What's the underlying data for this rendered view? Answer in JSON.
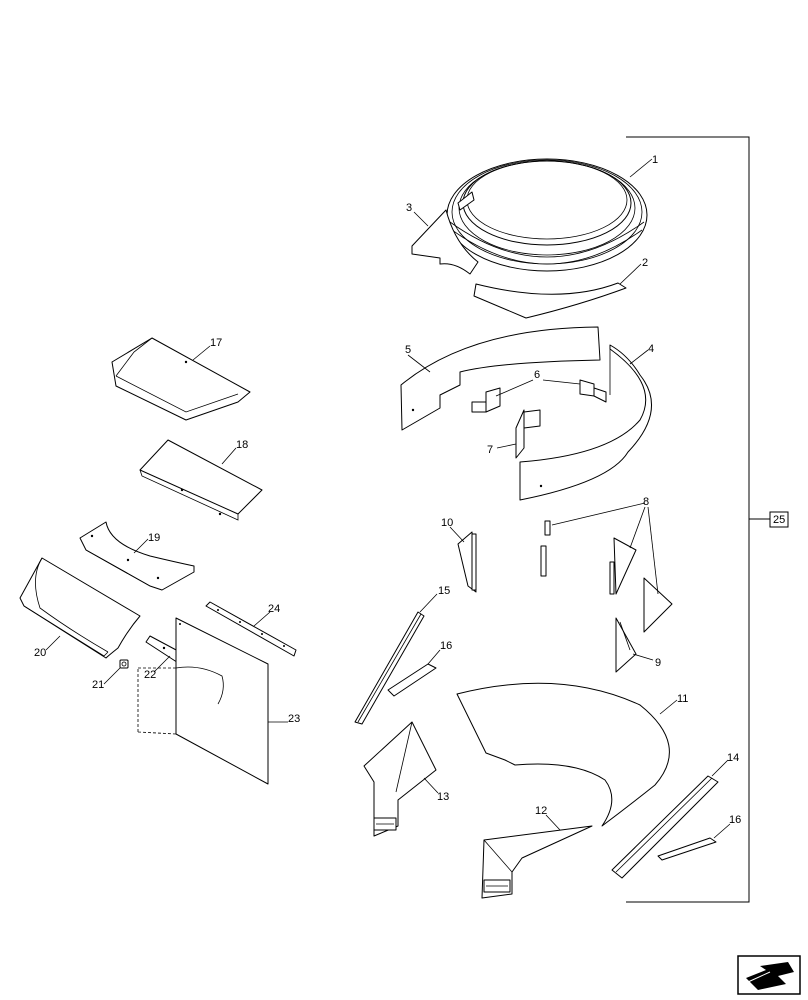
{
  "diagram": {
    "callouts": {
      "c1": "1",
      "c2": "2",
      "c3": "3",
      "c4": "4",
      "c5": "5",
      "c6": "6",
      "c7": "7",
      "c8": "8",
      "c9": "9",
      "c10": "10",
      "c11": "11",
      "c12": "12",
      "c13": "13",
      "c14": "14",
      "c15": "15",
      "c16a": "16",
      "c16b": "16",
      "c17": "17",
      "c18": "18",
      "c19": "19",
      "c20": "20",
      "c21": "21",
      "c22": "22",
      "c23": "23",
      "c24": "24",
      "c25": "25"
    },
    "nav_icon": "arrow-navigation-icon"
  }
}
